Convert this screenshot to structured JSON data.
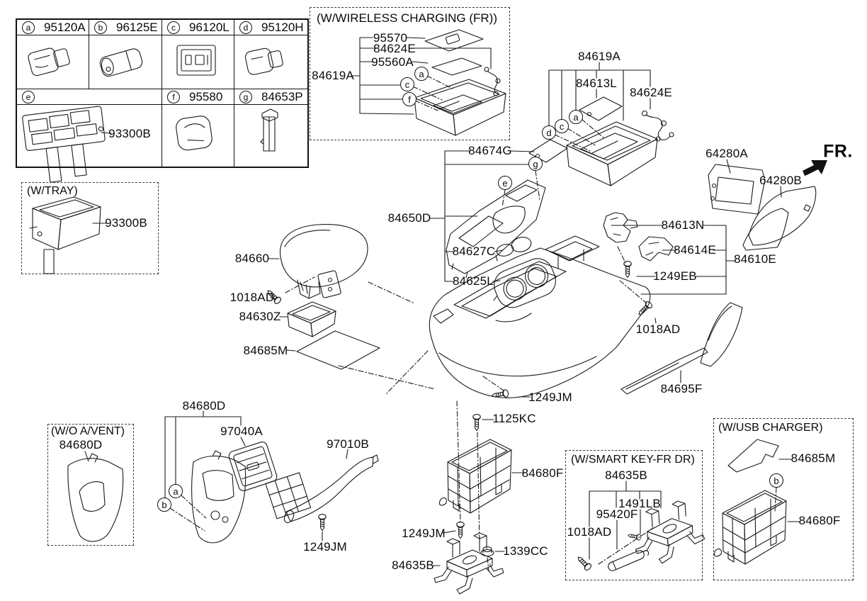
{
  "colors": {
    "line": "#1a1a1a",
    "background": "#ffffff"
  },
  "legend": {
    "row1": [
      {
        "letter": "a",
        "part": "95120A"
      },
      {
        "letter": "b",
        "part": "96125E"
      },
      {
        "letter": "c",
        "part": "96120L"
      },
      {
        "letter": "d",
        "part": "95120H"
      }
    ],
    "row2": [
      {
        "letter": "e",
        "part": ""
      },
      {
        "letter": "f",
        "part": "95580"
      },
      {
        "letter": "g",
        "part": "84653P"
      }
    ],
    "e_callout": "93300B"
  },
  "boxes": {
    "tray": {
      "title": "(W/TRAY)",
      "label_93300B": "93300B"
    },
    "wireless": {
      "title": "(W/WIRELESS CHARGING (FR))",
      "label_95570": "95570",
      "label_84624E": "84624E",
      "label_95560A": "95560A",
      "label_84619A": "84619A",
      "callout_a": "a",
      "callout_c": "c",
      "callout_f": "f"
    },
    "wo_avent": {
      "title": "(W/O A/VENT)",
      "label_84680D": "84680D"
    },
    "smart_key": {
      "title": "(W/SMART KEY-FR DR)",
      "label_84635B": "84635B",
      "label_1491LB": "1491LB",
      "label_95420F": "95420F",
      "label_1018AD": "1018AD"
    },
    "usb": {
      "title": "(W/USB CHARGER)",
      "label_84685M": "84685M",
      "label_84680F": "84680F",
      "callout_b": "b"
    }
  },
  "main": {
    "fr": "FR.",
    "label_84619A": "84619A",
    "label_84613L": "84613L",
    "label_84624E": "84624E",
    "label_64280A": "64280A",
    "label_64280B": "64280B",
    "label_84674G": "84674G",
    "label_84650D": "84650D",
    "label_84627C": "84627C",
    "label_84625L": "84625L",
    "label_84660": "84660",
    "label_1018AD_left": "1018AD",
    "label_84630Z": "84630Z",
    "label_84685M": "84685M",
    "label_84613N": "84613N",
    "label_84614E": "84614E",
    "label_1249EB": "1249EB",
    "label_84610E": "84610E",
    "label_1018AD_right": "1018AD",
    "label_84695F": "84695F",
    "label_1249JM_console": "1249JM",
    "label_84680D": "84680D",
    "label_97040A": "97040A",
    "label_97010B": "97010B",
    "label_1249JM_duct": "1249JM",
    "label_1125KC": "1125KC",
    "label_84680F": "84680F",
    "label_1249JM_box": "1249JM",
    "label_1339CC": "1339CC",
    "label_84635B": "84635B",
    "callout_a_top": "a",
    "callout_c_top": "c",
    "callout_d_top": "d",
    "callout_g": "g",
    "callout_e": "e",
    "callout_a_bottom": "a",
    "callout_b_bottom": "b"
  }
}
